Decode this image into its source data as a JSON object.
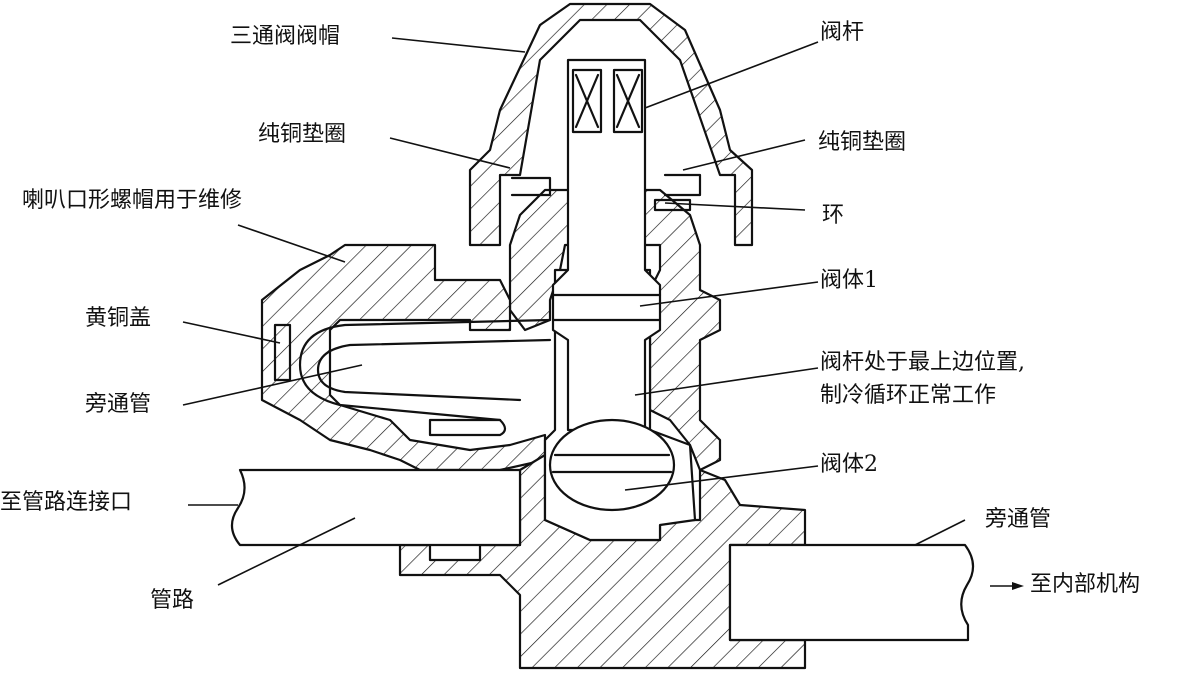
{
  "labels": {
    "cap": "三通阀阀帽",
    "stem_top": "阀杆",
    "gasket_left": "纯铜垫圈",
    "gasket_right": "纯铜垫圈",
    "flare_nut": "喇叭口形螺帽用于维修",
    "ring": "环",
    "brass_cap": "黄铜盖",
    "body1": "阀体1",
    "bypass_left": "旁通管",
    "stem_state_line1": "阀杆处于最上边位置,",
    "stem_state_line2": "制冷循环正常工作",
    "body2": "阀体2",
    "pipe_port": "至管路连接口",
    "bypass_right": "旁通管",
    "pipe": "管路",
    "to_internal": "至内部机构"
  },
  "colors": {
    "ink": "#111111",
    "paper": "#ffffff"
  },
  "icons": {
    "arrow": "right-arrow-icon"
  }
}
